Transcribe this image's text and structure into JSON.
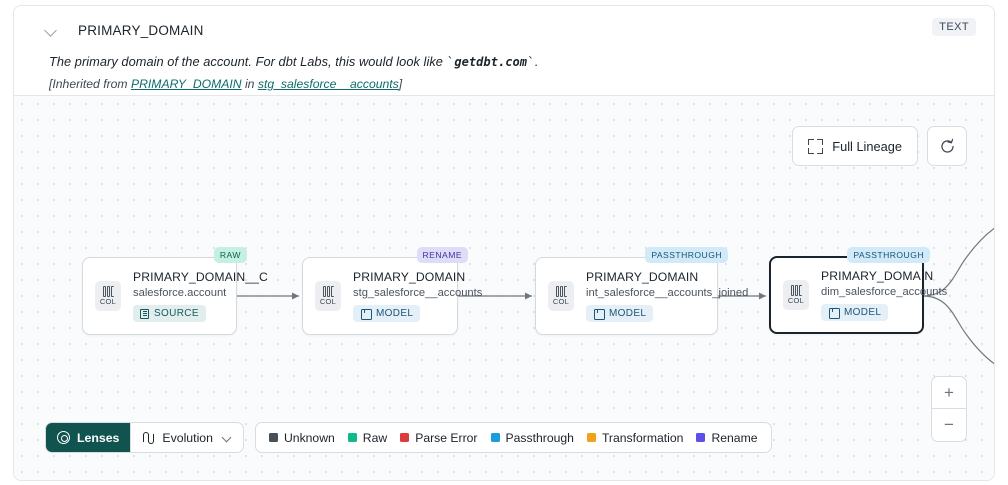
{
  "header": {
    "title": "PRIMARY_DOMAIN",
    "type_badge": "TEXT",
    "chevron_icon": "chevron-down-icon",
    "description_pre": "The primary domain of the account. For dbt Labs, this would look like ",
    "description_code": "getdbt.com",
    "description_post": ".",
    "inherited_prefix": "[Inherited from ",
    "inherited_link_1": "PRIMARY_DOMAIN",
    "inherited_middle": " in ",
    "inherited_link_2": "stg_salesforce__accounts",
    "inherited_suffix": "]"
  },
  "canvas": {
    "full_lineage_label": "Full Lineage",
    "full_lineage_icon": "expand-icon",
    "refresh_icon": "refresh-icon",
    "zoom_in_label": "+",
    "zoom_out_label": "−"
  },
  "graph": {
    "nodes": [
      {
        "tag": "RAW",
        "tag_class": "tag-raw",
        "col_label": "COL",
        "name": "PRIMARY_DOMAIN__C",
        "sub": "salesforce.account",
        "materialization": "SOURCE",
        "mat_class": "mat-source",
        "mat_icon": "document-icon",
        "selected": false
      },
      {
        "tag": "RENAME",
        "tag_class": "tag-rename",
        "col_label": "COL",
        "name": "PRIMARY_DOMAIN",
        "sub": "stg_salesforce__accounts",
        "materialization": "MODEL",
        "mat_class": "mat-model",
        "mat_icon": "cube-icon",
        "selected": false
      },
      {
        "tag": "PASSTHROUGH",
        "tag_class": "tag-passthrough",
        "col_label": "COL",
        "name": "PRIMARY_DOMAIN",
        "sub": "int_salesforce__accounts_joined",
        "materialization": "MODEL",
        "mat_class": "mat-model",
        "mat_icon": "cube-icon",
        "selected": false
      },
      {
        "tag": "PASSTHROUGH",
        "tag_class": "tag-passthrough",
        "col_label": "COL",
        "name": "PRIMARY_DOMAIN",
        "sub": "dim_salesforce_accounts",
        "materialization": "MODEL",
        "mat_class": "mat-model",
        "mat_icon": "cube-icon",
        "selected": true
      }
    ]
  },
  "bottom": {
    "lenses_label": "Lenses",
    "lenses_icon": "aperture-icon",
    "evolution_label": "Evolution",
    "evolution_icon": "evolution-icon",
    "evolution_caret": "chevron-down-icon",
    "legend": [
      {
        "label": "Unknown",
        "color": "#474f58"
      },
      {
        "label": "Raw",
        "color": "#0fb98a"
      },
      {
        "label": "Parse Error",
        "color": "#dd3b3b"
      },
      {
        "label": "Passthrough",
        "color": "#1a9ed9"
      },
      {
        "label": "Transformation",
        "color": "#f0a318"
      },
      {
        "label": "Rename",
        "color": "#5c50e8"
      }
    ]
  }
}
